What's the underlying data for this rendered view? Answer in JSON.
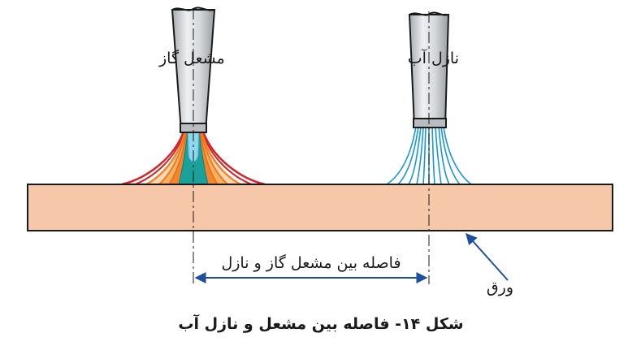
{
  "labels": {
    "gas_torch": "مشعل گاز",
    "water_nozzle": "نازل آب",
    "distance": "فاصله بین مشعل گاز و نازل",
    "sheet": "ورق",
    "caption": "شکل ۱۴- فاصله بین مشعل و نازل آب"
  },
  "colors": {
    "sheet_fill": "#f6c7a8",
    "nozzle_metal": "#cfd2d4",
    "flame_red": "#d1262b",
    "flame_orange": "#f2852e",
    "flame_teal": "#1aa29a",
    "flame_inner": "#8ed8ee",
    "water_blue": "#1a96d8",
    "dimension_blue": "#1d4f9c"
  }
}
